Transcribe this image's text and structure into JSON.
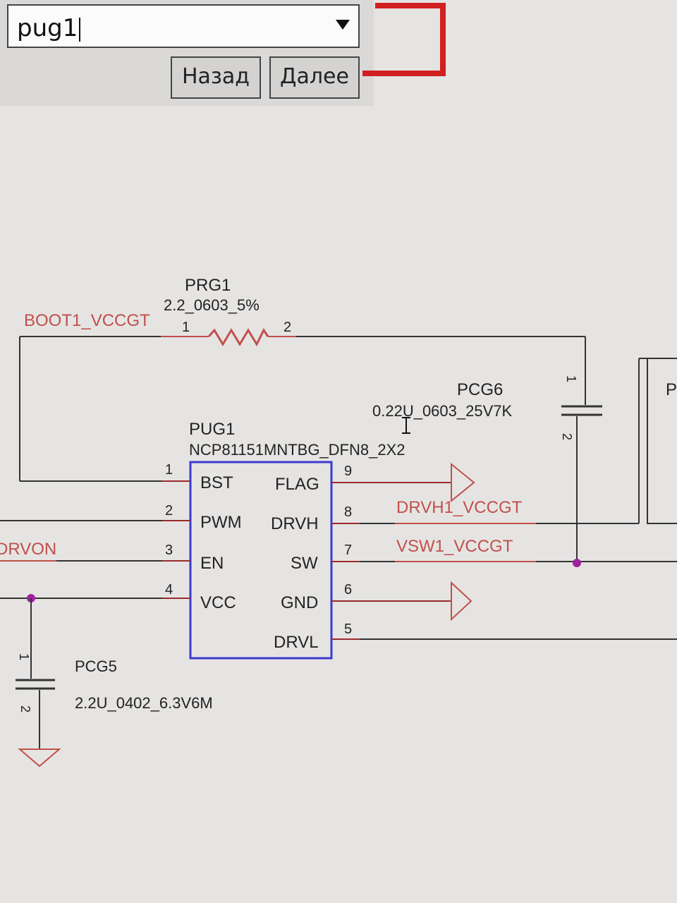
{
  "toolbar": {
    "search_value": "pug1",
    "back_label": "Назад",
    "next_label": "Далее"
  },
  "schematic": {
    "resistor": {
      "ref": "PRG1",
      "value": "2.2_0603_5%",
      "pin1": "1",
      "pin2": "2"
    },
    "cap_top": {
      "ref": "PCG6",
      "value": "0.22U_0603_25V7K",
      "pin1": "1",
      "pin2": "2"
    },
    "cap_bottom": {
      "ref": "PCG5",
      "value": "2.2U_0402_6.3V6M",
      "pin1": "1",
      "pin2": "2"
    },
    "ic": {
      "ref": "PUG1",
      "part": "NCP81151MNTBG_DFN8_2X2",
      "left_pins": [
        {
          "num": "1",
          "name": "BST"
        },
        {
          "num": "2",
          "name": "PWM"
        },
        {
          "num": "3",
          "name": "EN"
        },
        {
          "num": "4",
          "name": "VCC"
        }
      ],
      "right_pins": [
        {
          "num": "9",
          "name": "FLAG"
        },
        {
          "num": "8",
          "name": "DRVH"
        },
        {
          "num": "7",
          "name": "SW"
        },
        {
          "num": "6",
          "name": "GND"
        },
        {
          "num": "5",
          "name": "DRVL"
        }
      ]
    },
    "nets": {
      "boot": "BOOT1_VCCGT",
      "drvh": "DRVH1_VCCGT",
      "vsw": "VSW1_VCCGT",
      "drvon": "DRVON"
    },
    "offscreen_ref": "P",
    "colors": {
      "wire": "#c0504d",
      "pin": "#9b2a2a",
      "ic_border": "#3b3bd0",
      "text": "#222222",
      "junction": "#a020a0",
      "highlight": "#d02020"
    }
  }
}
